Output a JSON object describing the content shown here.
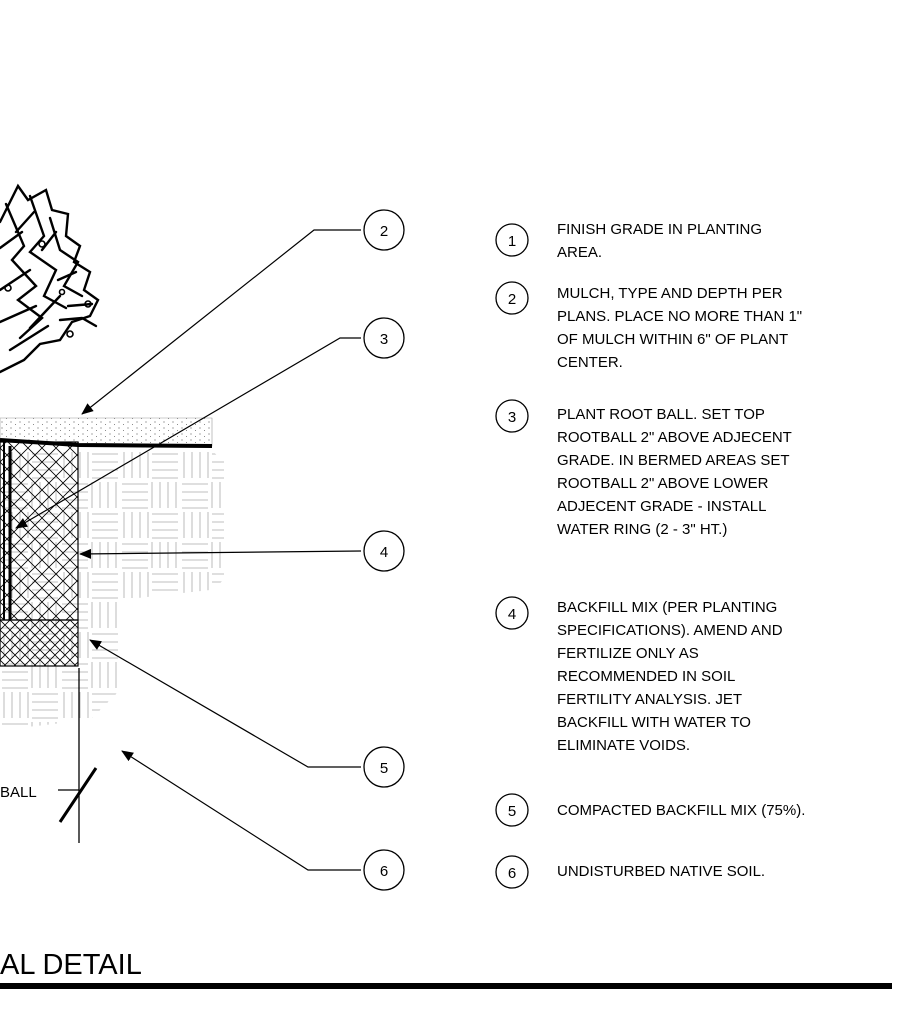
{
  "title": "AL DETAIL",
  "partial_label": "BALL",
  "callouts": [
    "2",
    "3",
    "4",
    "5",
    "6"
  ],
  "notes": [
    {
      "num": "1",
      "lines": [
        "FINISH GRADE IN PLANTING",
        "AREA."
      ]
    },
    {
      "num": "2",
      "lines": [
        "MULCH, TYPE AND DEPTH PER",
        "PLANS. PLACE NO MORE THAN 1\"",
        "OF MULCH WITHIN 6\" OF PLANT",
        "CENTER."
      ]
    },
    {
      "num": "3",
      "lines": [
        "PLANT ROOT BALL.  SET TOP",
        "ROOTBALL 2\" ABOVE ADJECENT",
        "GRADE.  IN BERMED AREAS SET",
        "ROOTBALL 2\" ABOVE LOWER",
        "ADJECENT GRADE - INSTALL",
        "WATER RING (2 - 3\" HT.)"
      ]
    },
    {
      "num": "4",
      "lines": [
        "BACKFILL MIX (PER PLANTING",
        "SPECIFICATIONS). AMEND AND",
        "FERTILIZE ONLY AS",
        "RECOMMENDED IN SOIL",
        "FERTILITY ANALYSIS. JET",
        "BACKFILL WITH WATER TO",
        "ELIMINATE VOIDS."
      ]
    },
    {
      "num": "5",
      "lines": [
        "COMPACTED BACKFILL MIX (75%)."
      ]
    },
    {
      "num": "6",
      "lines": [
        "UNDISTURBED NATIVE SOIL."
      ]
    }
  ]
}
